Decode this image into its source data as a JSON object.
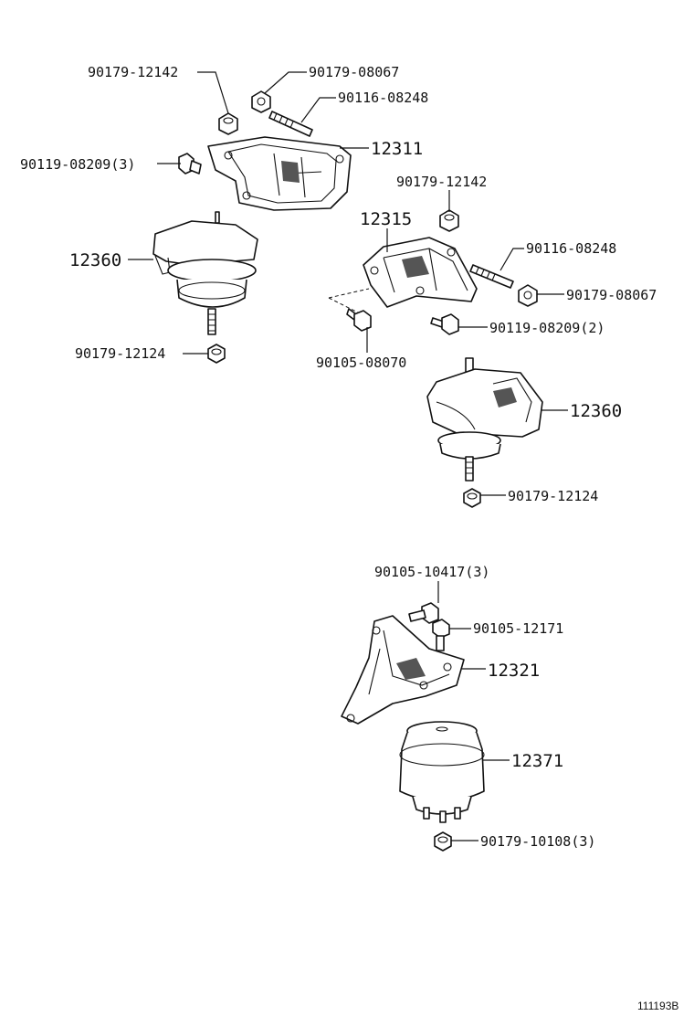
{
  "labels": {
    "p1": "90179-12142",
    "p2": "90179-08067",
    "p3": "90116-08248",
    "p4": "12311",
    "p5": "90119-08209(3)",
    "p6": "90179-12142",
    "p7": "12315",
    "p8": "90116-08248",
    "p9": "12360",
    "p10": "90179-08067",
    "p11": "90119-08209(2)",
    "p12": "90179-12124",
    "p13": "90105-08070",
    "p14": "12360",
    "p15": "90179-12124",
    "p16": "90105-10417(3)",
    "p17": "90105-12171",
    "p18": "12321",
    "p19": "12371",
    "p20": "90179-10108(3)"
  },
  "figure_id": "111193B"
}
